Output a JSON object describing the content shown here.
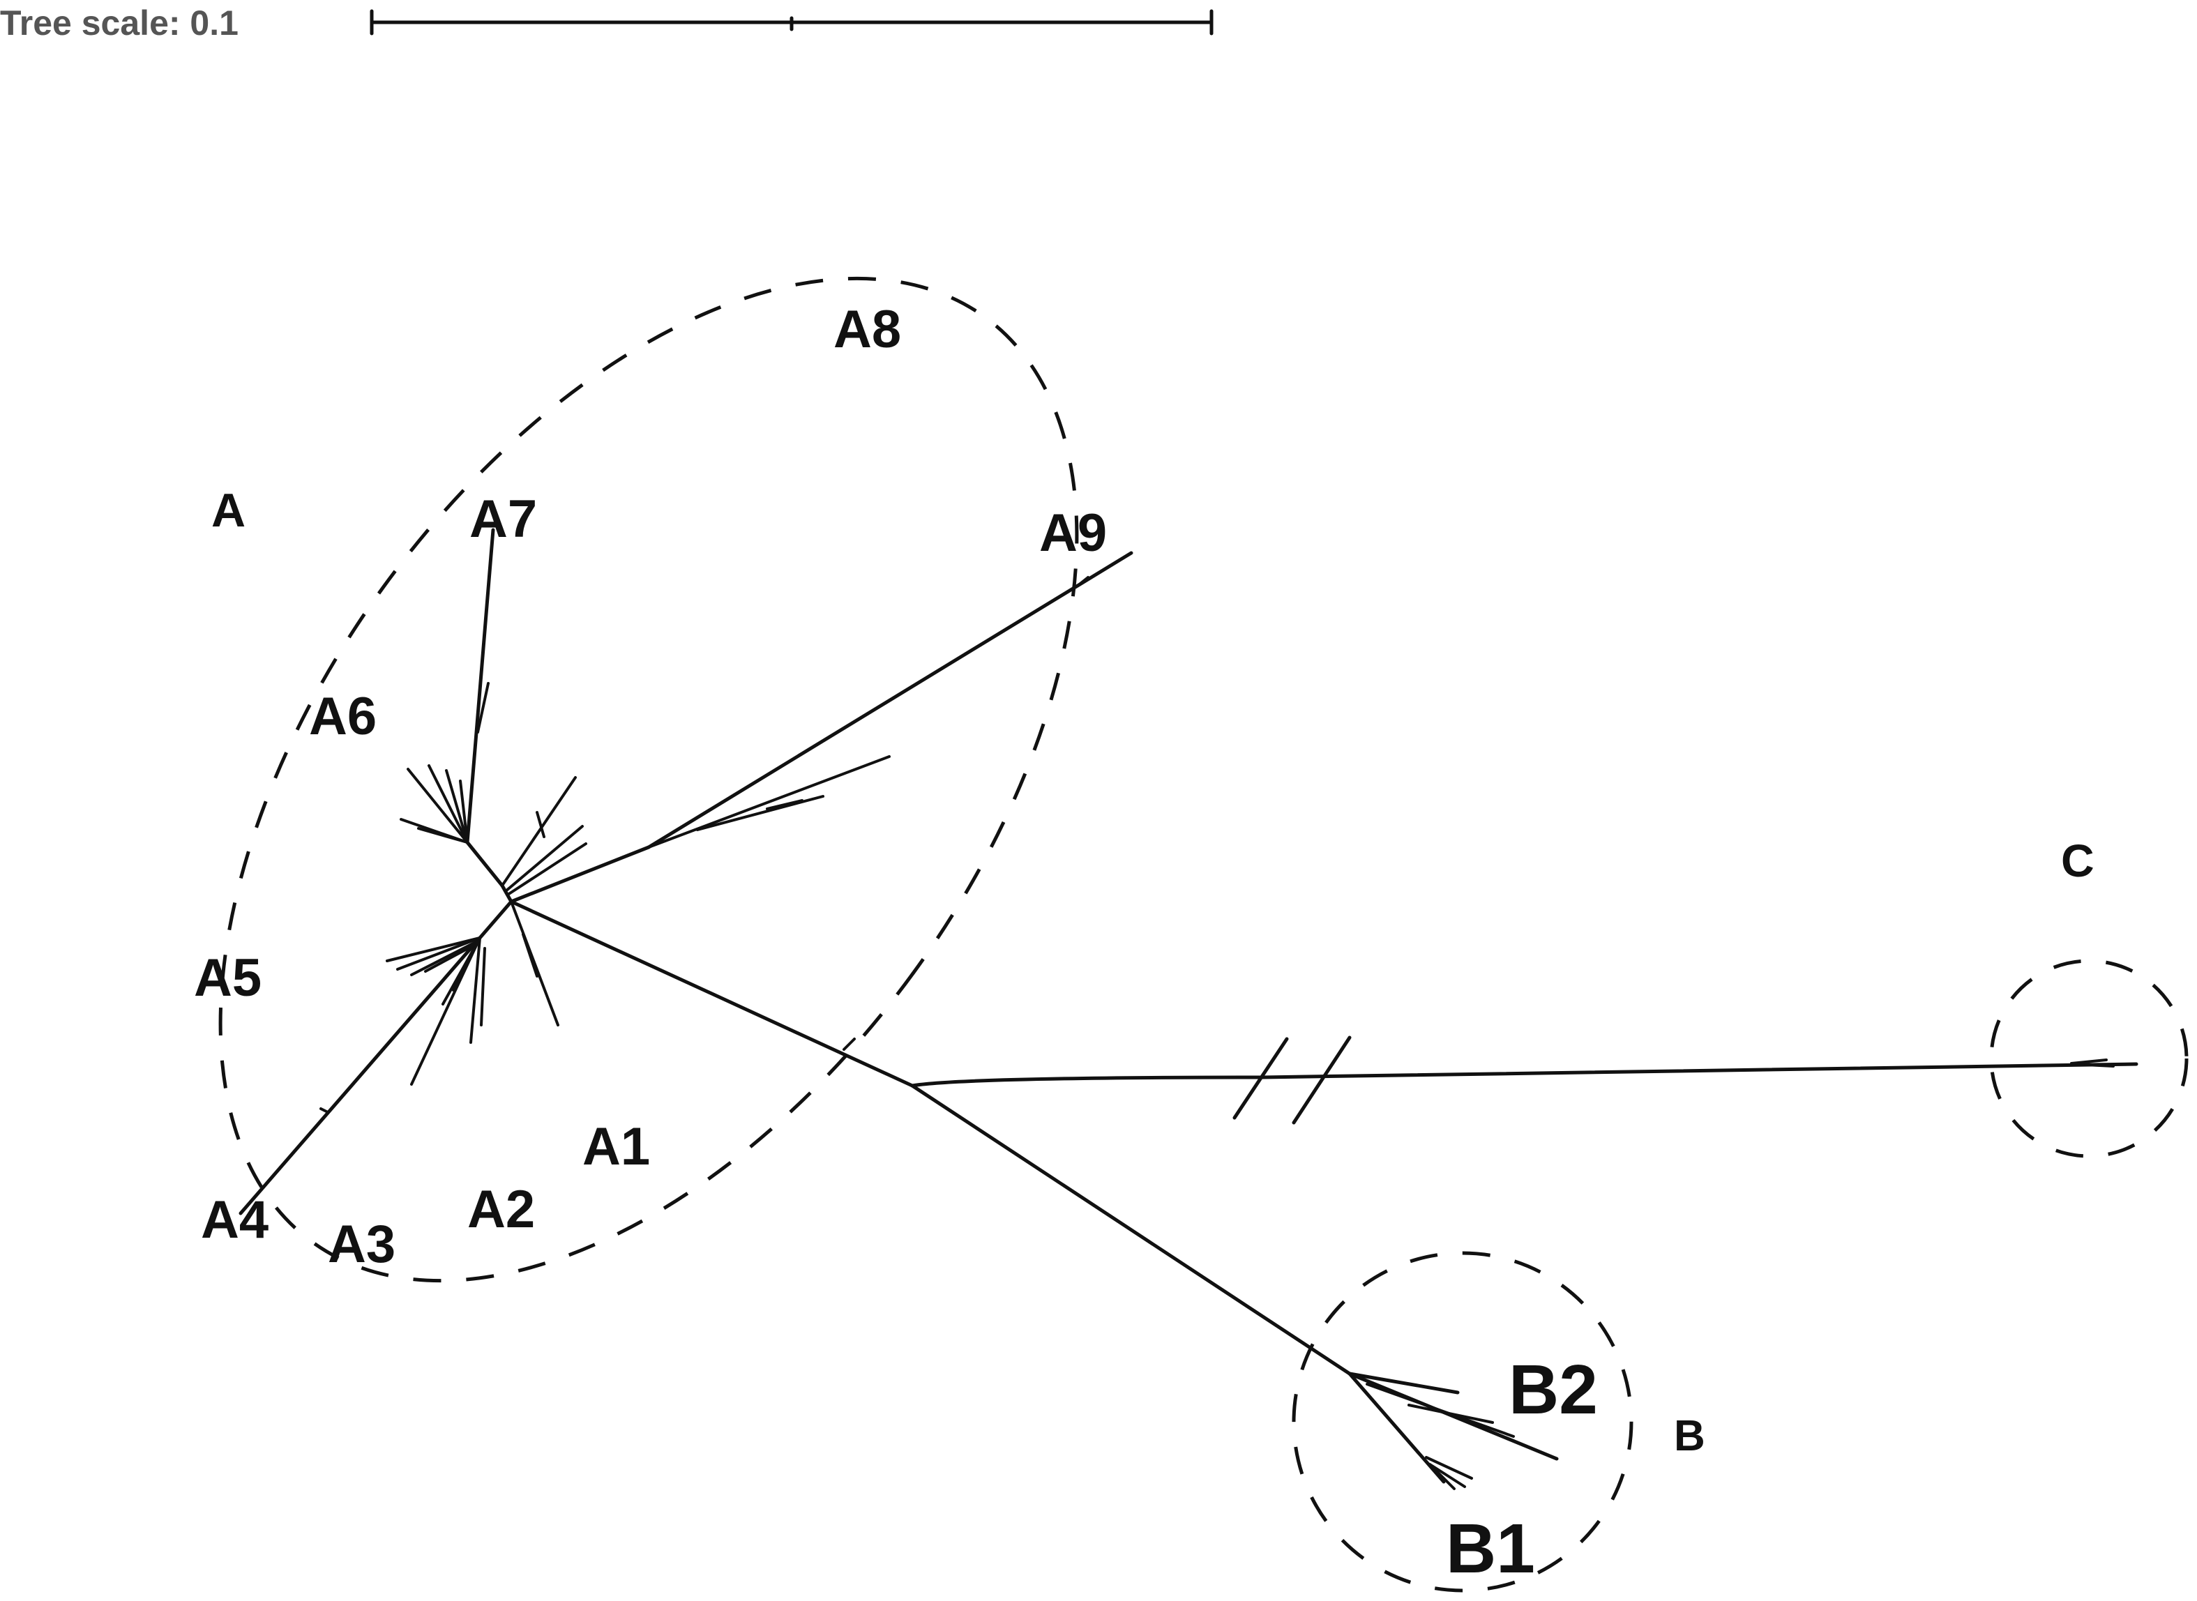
{
  "scale_bar": {
    "label": "Tree scale: 0.1"
  },
  "clades": {
    "A": "A",
    "B": "B",
    "C": "C"
  },
  "subclades": {
    "A1": "A1",
    "A2": "A2",
    "A3": "A3",
    "A4": "A4",
    "A5": "A5",
    "A6": "A6",
    "A7": "A7",
    "A8": "A8",
    "A9": "A9",
    "B1": "B1",
    "B2": "B2"
  },
  "colors": {
    "branch": "#111111",
    "scale_text": "#555555",
    "background": "#ffffff"
  }
}
